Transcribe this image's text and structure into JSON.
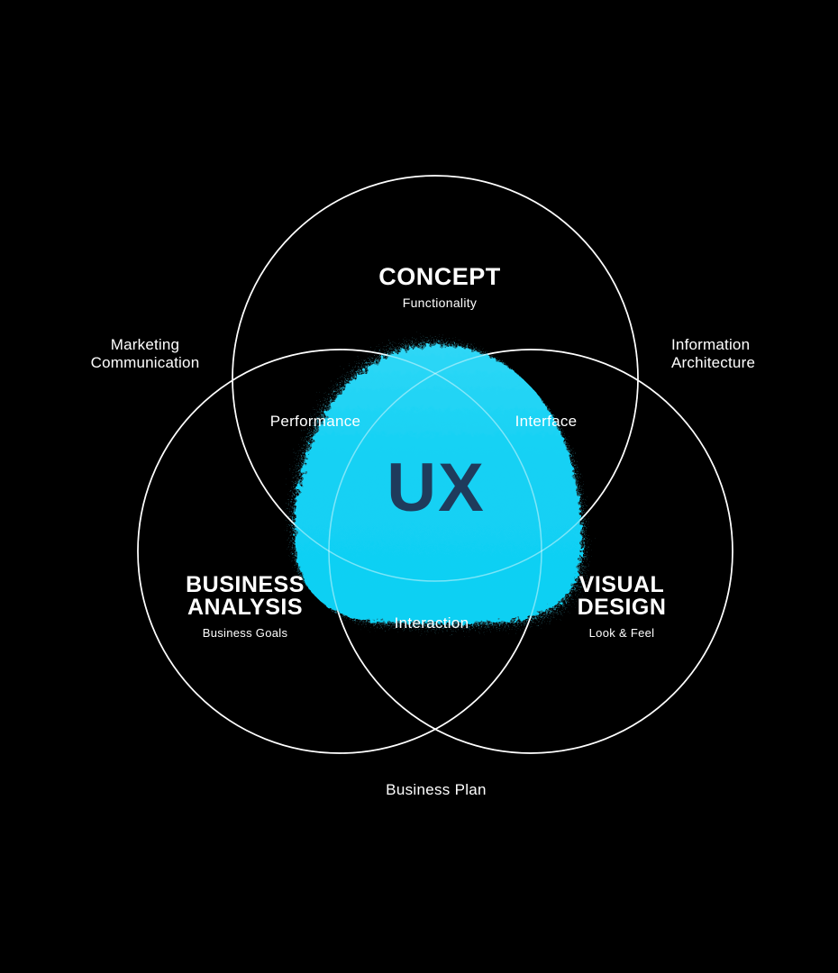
{
  "diagram": {
    "type": "venn",
    "center_label": "UX",
    "sets": [
      {
        "id": "concept",
        "title": "CONCEPT",
        "subtitle": "Functionality"
      },
      {
        "id": "business-analysis",
        "title": "BUSINESS ANALYSIS",
        "subtitle": "Business Goals"
      },
      {
        "id": "visual-design",
        "title": "VISUAL DESIGN",
        "subtitle": "Look & Feel"
      }
    ],
    "intersections": [
      {
        "between": "concept + business-analysis",
        "label": "Performance"
      },
      {
        "between": "concept + visual-design",
        "label": "Interface"
      },
      {
        "between": "business-analysis + visual-design",
        "label": "Interaction"
      }
    ],
    "outer_labels": [
      {
        "position": "left",
        "label": "Marketing Communication"
      },
      {
        "position": "right",
        "label": "Information Architecture"
      },
      {
        "position": "bottom",
        "label": "Business Plan"
      }
    ],
    "colors": {
      "background": "#000000",
      "circle_stroke": "#ffffff",
      "blob_cyan": "#12d1f4",
      "blob_light_cyan": "#4fdcf8",
      "ux_text": "#1f3b5c",
      "label_text": "#ffffff"
    }
  }
}
